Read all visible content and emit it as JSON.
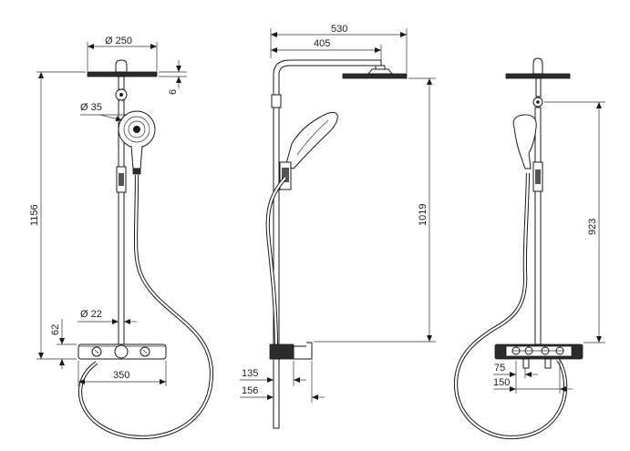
{
  "front_view": {
    "dim_head_diameter": "Ø 250",
    "dim_head_thickness": "6",
    "dim_hand_shower_diameter": "Ø 35",
    "dim_total_height": "1156",
    "dim_pipe_diameter": "Ø 22",
    "dim_base_height": "62",
    "dim_thermostat_width": "350"
  },
  "side_view": {
    "dim_total_projection": "530",
    "dim_arm_length": "405",
    "dim_head_to_shelf": "1019",
    "dim_shelf_depth": "135",
    "dim_total_depth": "156"
  },
  "back_view": {
    "dim_bracket_height": "923",
    "dim_inlet_spacing_small": "75",
    "dim_inlet_spacing_large": "150"
  }
}
